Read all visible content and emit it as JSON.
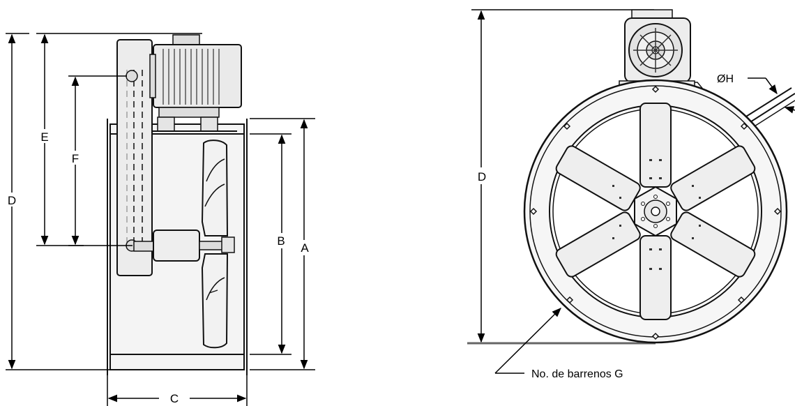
{
  "side_view": {
    "label_d": "D",
    "label_e": "E",
    "label_f": "F",
    "label_b": "B",
    "label_a": "A",
    "label_c": "C"
  },
  "front_view": {
    "label_d": "D",
    "label_h": "ØH",
    "label_g": "No. de barrenos G"
  }
}
